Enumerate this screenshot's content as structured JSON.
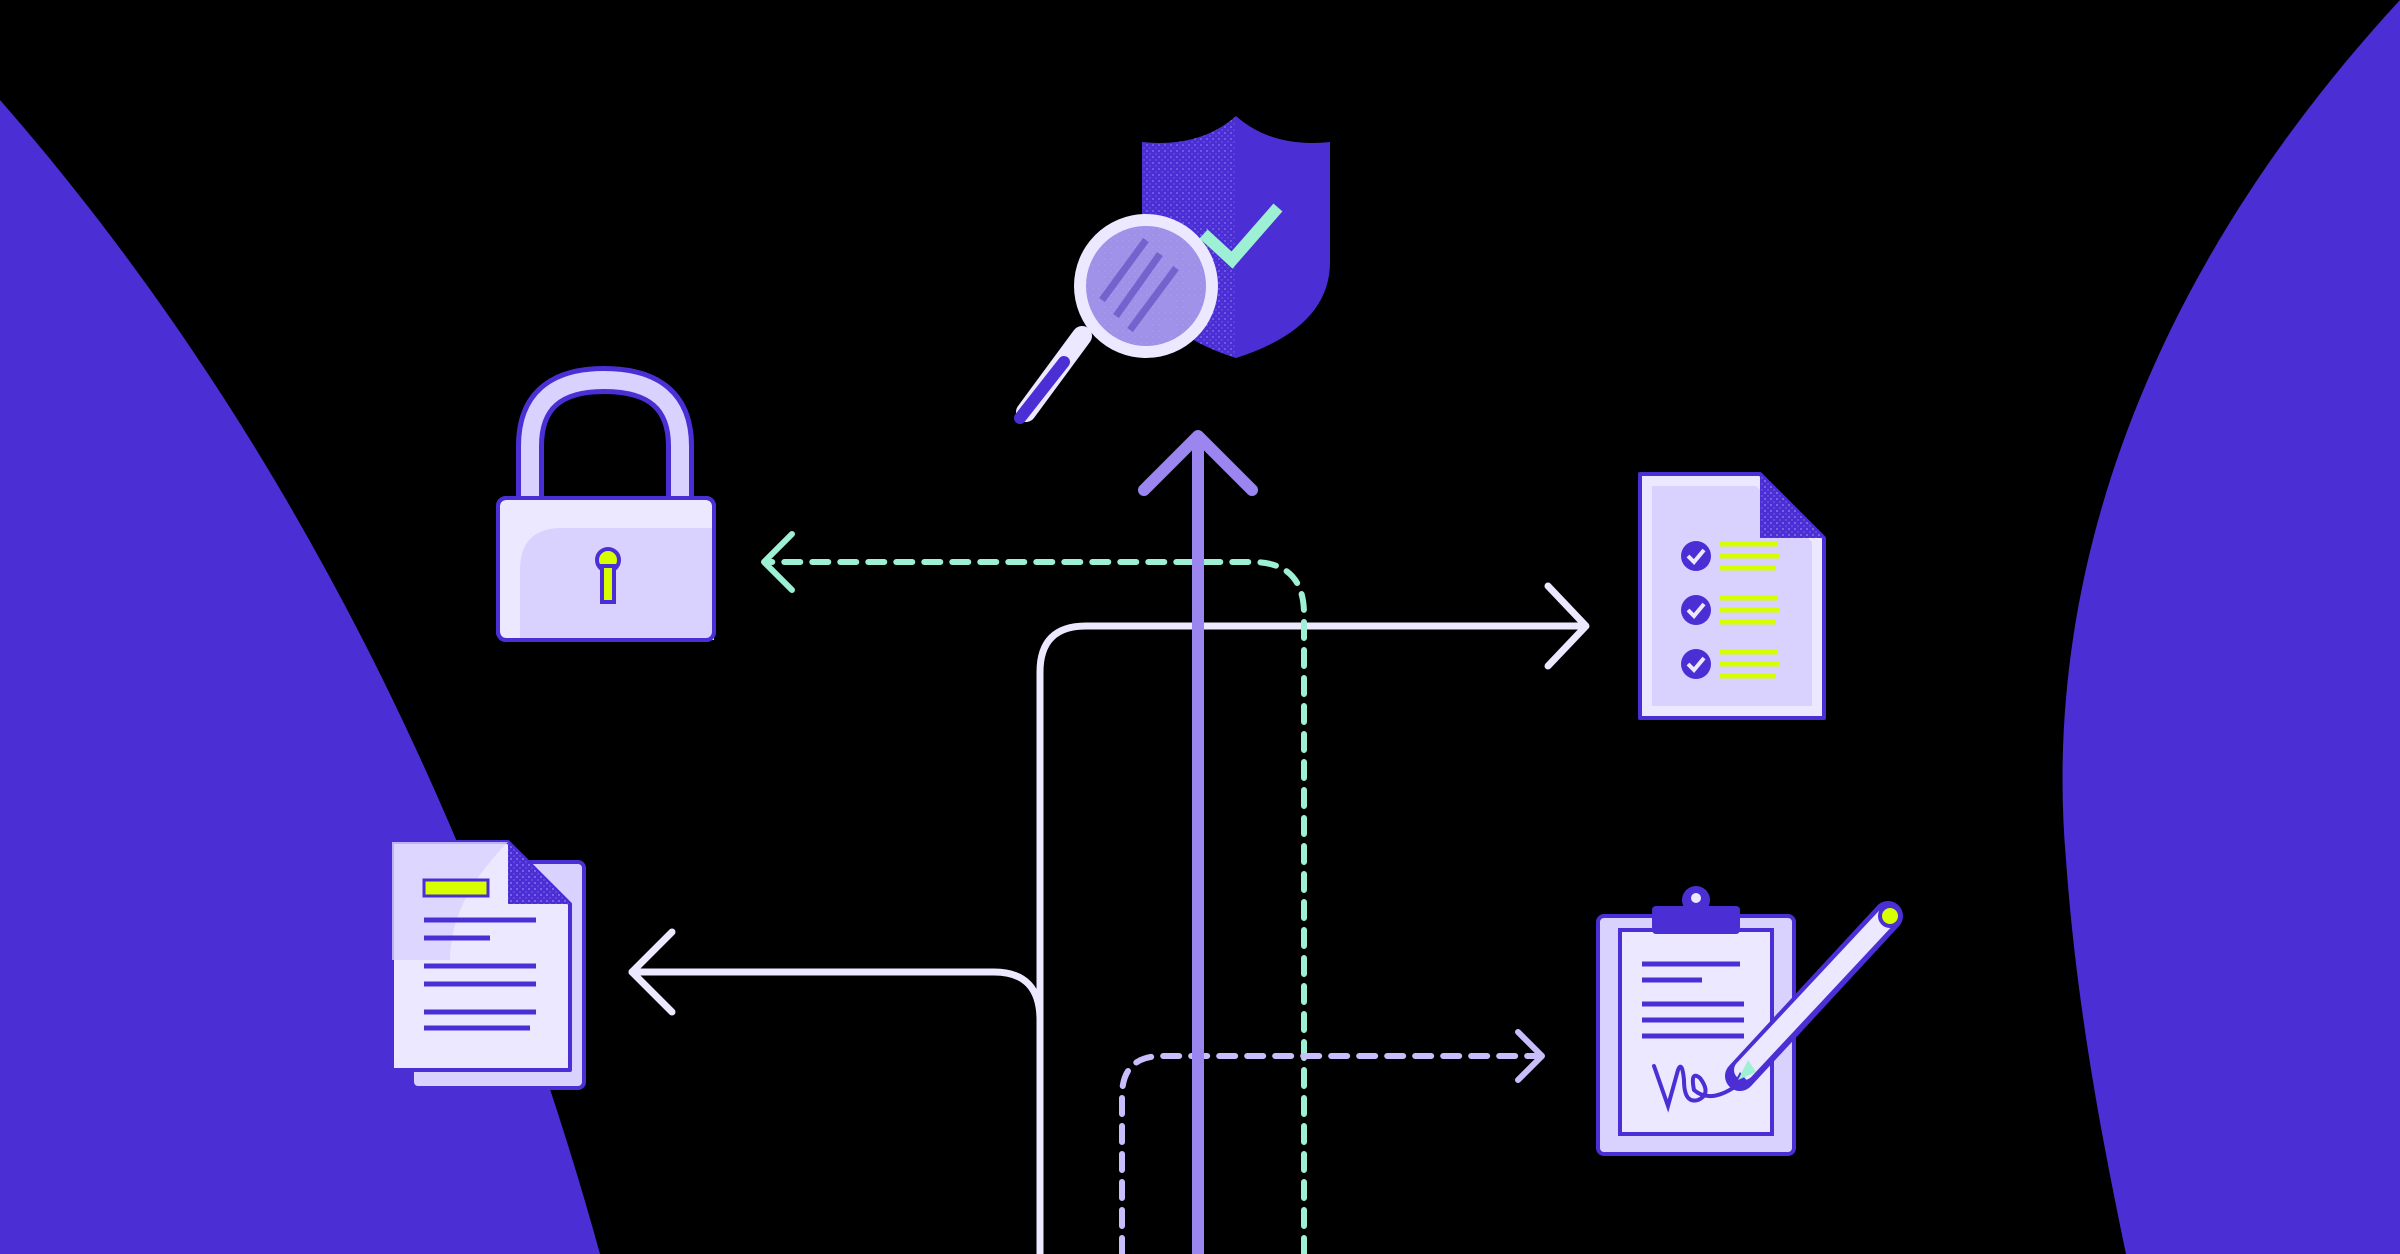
{
  "scene": {
    "background": "#000000",
    "accent_purple": "#4b2fd5",
    "light_lavender": "#d9d2ff",
    "pale_line": "#ece8ff",
    "mid_purple_line": "#9a86ee",
    "mint": "#9ef0d4",
    "lime": "#d8ff00"
  },
  "icons": [
    "shield-check-icon",
    "magnifying-glass-icon",
    "padlock-icon",
    "checklist-document-icon",
    "stacked-documents-icon",
    "clipboard-signature-icon",
    "pen-icon"
  ],
  "connectors": [
    "arrow-up",
    "arrow-to-checklist",
    "dashed-arrow-to-padlock",
    "arrow-to-documents",
    "dashed-arrow-to-clipboard"
  ]
}
